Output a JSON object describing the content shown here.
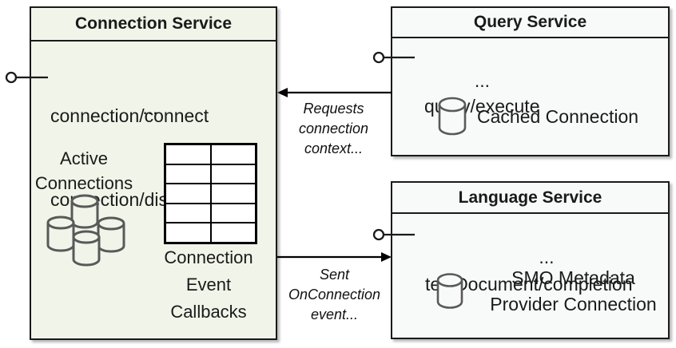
{
  "colors": {
    "connection_box_fill": "#f1f4e9",
    "service_box_fill": "#f8f9f9",
    "border": "#1a1a1a",
    "icon_stroke": "#595959"
  },
  "connection_service": {
    "title": "Connection Service",
    "methods": [
      "connection/connect",
      "connection/disconnect"
    ],
    "more": "...",
    "active_connections_label": "Active Connections",
    "callbacks_label": "Connection Event Callbacks"
  },
  "query_service": {
    "title": "Query Service",
    "methods": [
      "query/execute"
    ],
    "more": "...",
    "cached_connection_label": "Cached Connection"
  },
  "language_service": {
    "title": "Language Service",
    "methods": [
      "textDocument/completion"
    ],
    "more": "...",
    "smo_connection_label": "SMO Metadata Provider Connection"
  },
  "arrows": {
    "requests_label": "Requests connection context...",
    "sent_label": "Sent OnConnection event..."
  }
}
